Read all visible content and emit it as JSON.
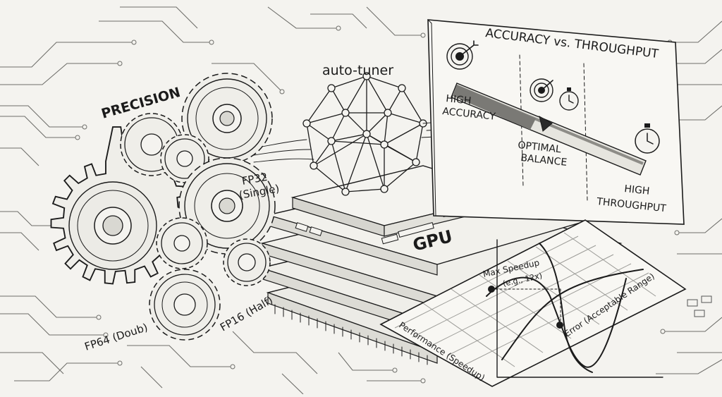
{
  "labels": {
    "precision": "PRECISION",
    "fp64": "FP64 (Doub)",
    "fp32_line1": "FP32",
    "fp32_line2": "(Single)",
    "fp16": "FP16 (Half)",
    "auto_tuner": "auto-tuner",
    "gpu": "GPU"
  },
  "tradeoff_panel": {
    "title": "ACCURACY vs. THROUGHPUT",
    "high_accuracy_line1": "HIGH",
    "high_accuracy_line2": "ACCURACY",
    "optimal_line1": "OPTIMAL",
    "optimal_line2": "BALANCE",
    "high_throughput_line1": "HIGH",
    "high_throughput_line2": "THROUGHPUT"
  },
  "graph": {
    "max_speedup": "Max Speedup",
    "max_speedup_example": "(e.g., 12x)",
    "performance_axis": "Performance (Speedup)",
    "error_axis": "Error (Acceptable Range)"
  },
  "icons": [
    "target-icon",
    "stopwatch-icon",
    "gear-icon"
  ]
}
